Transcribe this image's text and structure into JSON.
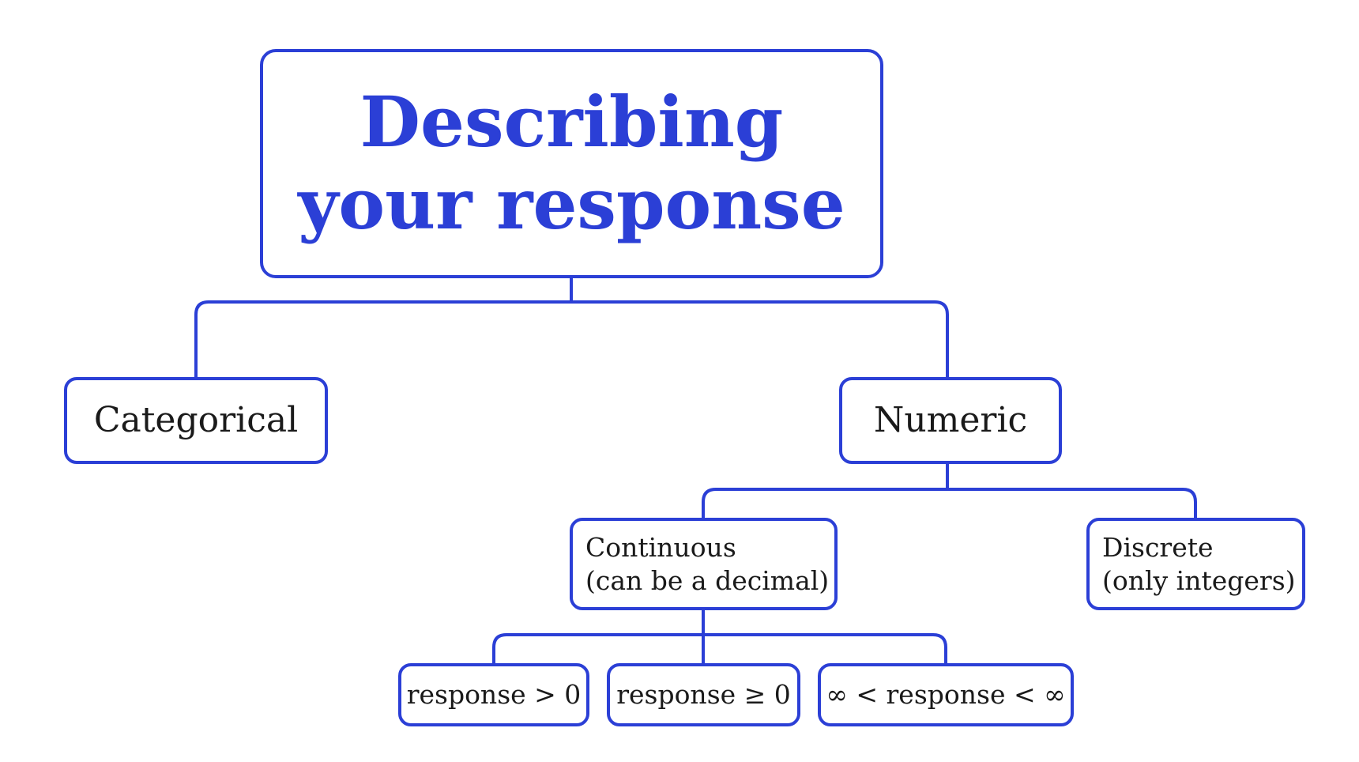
{
  "colors": {
    "accent": "#2b3fd6",
    "text": "#1a1a1a",
    "background": "#ffffff"
  },
  "root": {
    "title_line1": "Describing",
    "title_line2": "your response"
  },
  "level1": {
    "categorical": "Categorical",
    "numeric": "Numeric"
  },
  "numeric_children": {
    "continuous": {
      "line1": "Continuous",
      "line2": "(can be a decimal)"
    },
    "discrete": {
      "line1": "Discrete",
      "line2": "(only integers)"
    }
  },
  "continuous_children": {
    "positive": "response > 0",
    "non_negative": "response ≥ 0",
    "unbounded": "∞ < response < ∞"
  }
}
